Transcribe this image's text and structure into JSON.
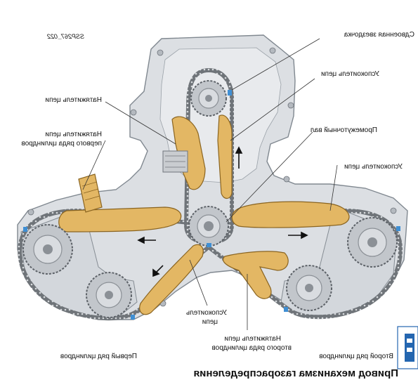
{
  "title": "Привод механизма газораспределения",
  "figure_code": "SSP267_022",
  "labels": {
    "combined_sprocket": "Сдвоенная звездочка",
    "chain_guide_top": "Успокоитель цепи",
    "tensioner_top": "Натяжитель цепи",
    "intermediate_shaft": "Промежуточный вал",
    "tensioner_bank1_l1": "Натяжитель цепи",
    "tensioner_bank1_l2": "первого ряда цилиндров",
    "chain_guide_right": "Успокоитель цепи",
    "chain_guide_bottom_l1": "Успокоитель",
    "chain_guide_bottom_l2": "цепи",
    "tensioner_bank2_l1": "Натяжитель цепи",
    "tensioner_bank2_l2": "второго ряда цилиндров",
    "bank1": "Первый ряд цилиндров",
    "bank2": "Второй ряд цилиндров"
  },
  "colors": {
    "housing_fill": "#dcdfe3",
    "housing_stroke": "#808890",
    "chain": "#6f7479",
    "chain_link": "#d7dadd",
    "guide_fill": "#e3b764",
    "guide_stroke": "#8a6420",
    "sprocket": "#c2c6cb",
    "sprocket_dark": "#8b9096",
    "marker": "#3f8fd4",
    "text": "#111111",
    "logo_blue": "#2466b0"
  }
}
